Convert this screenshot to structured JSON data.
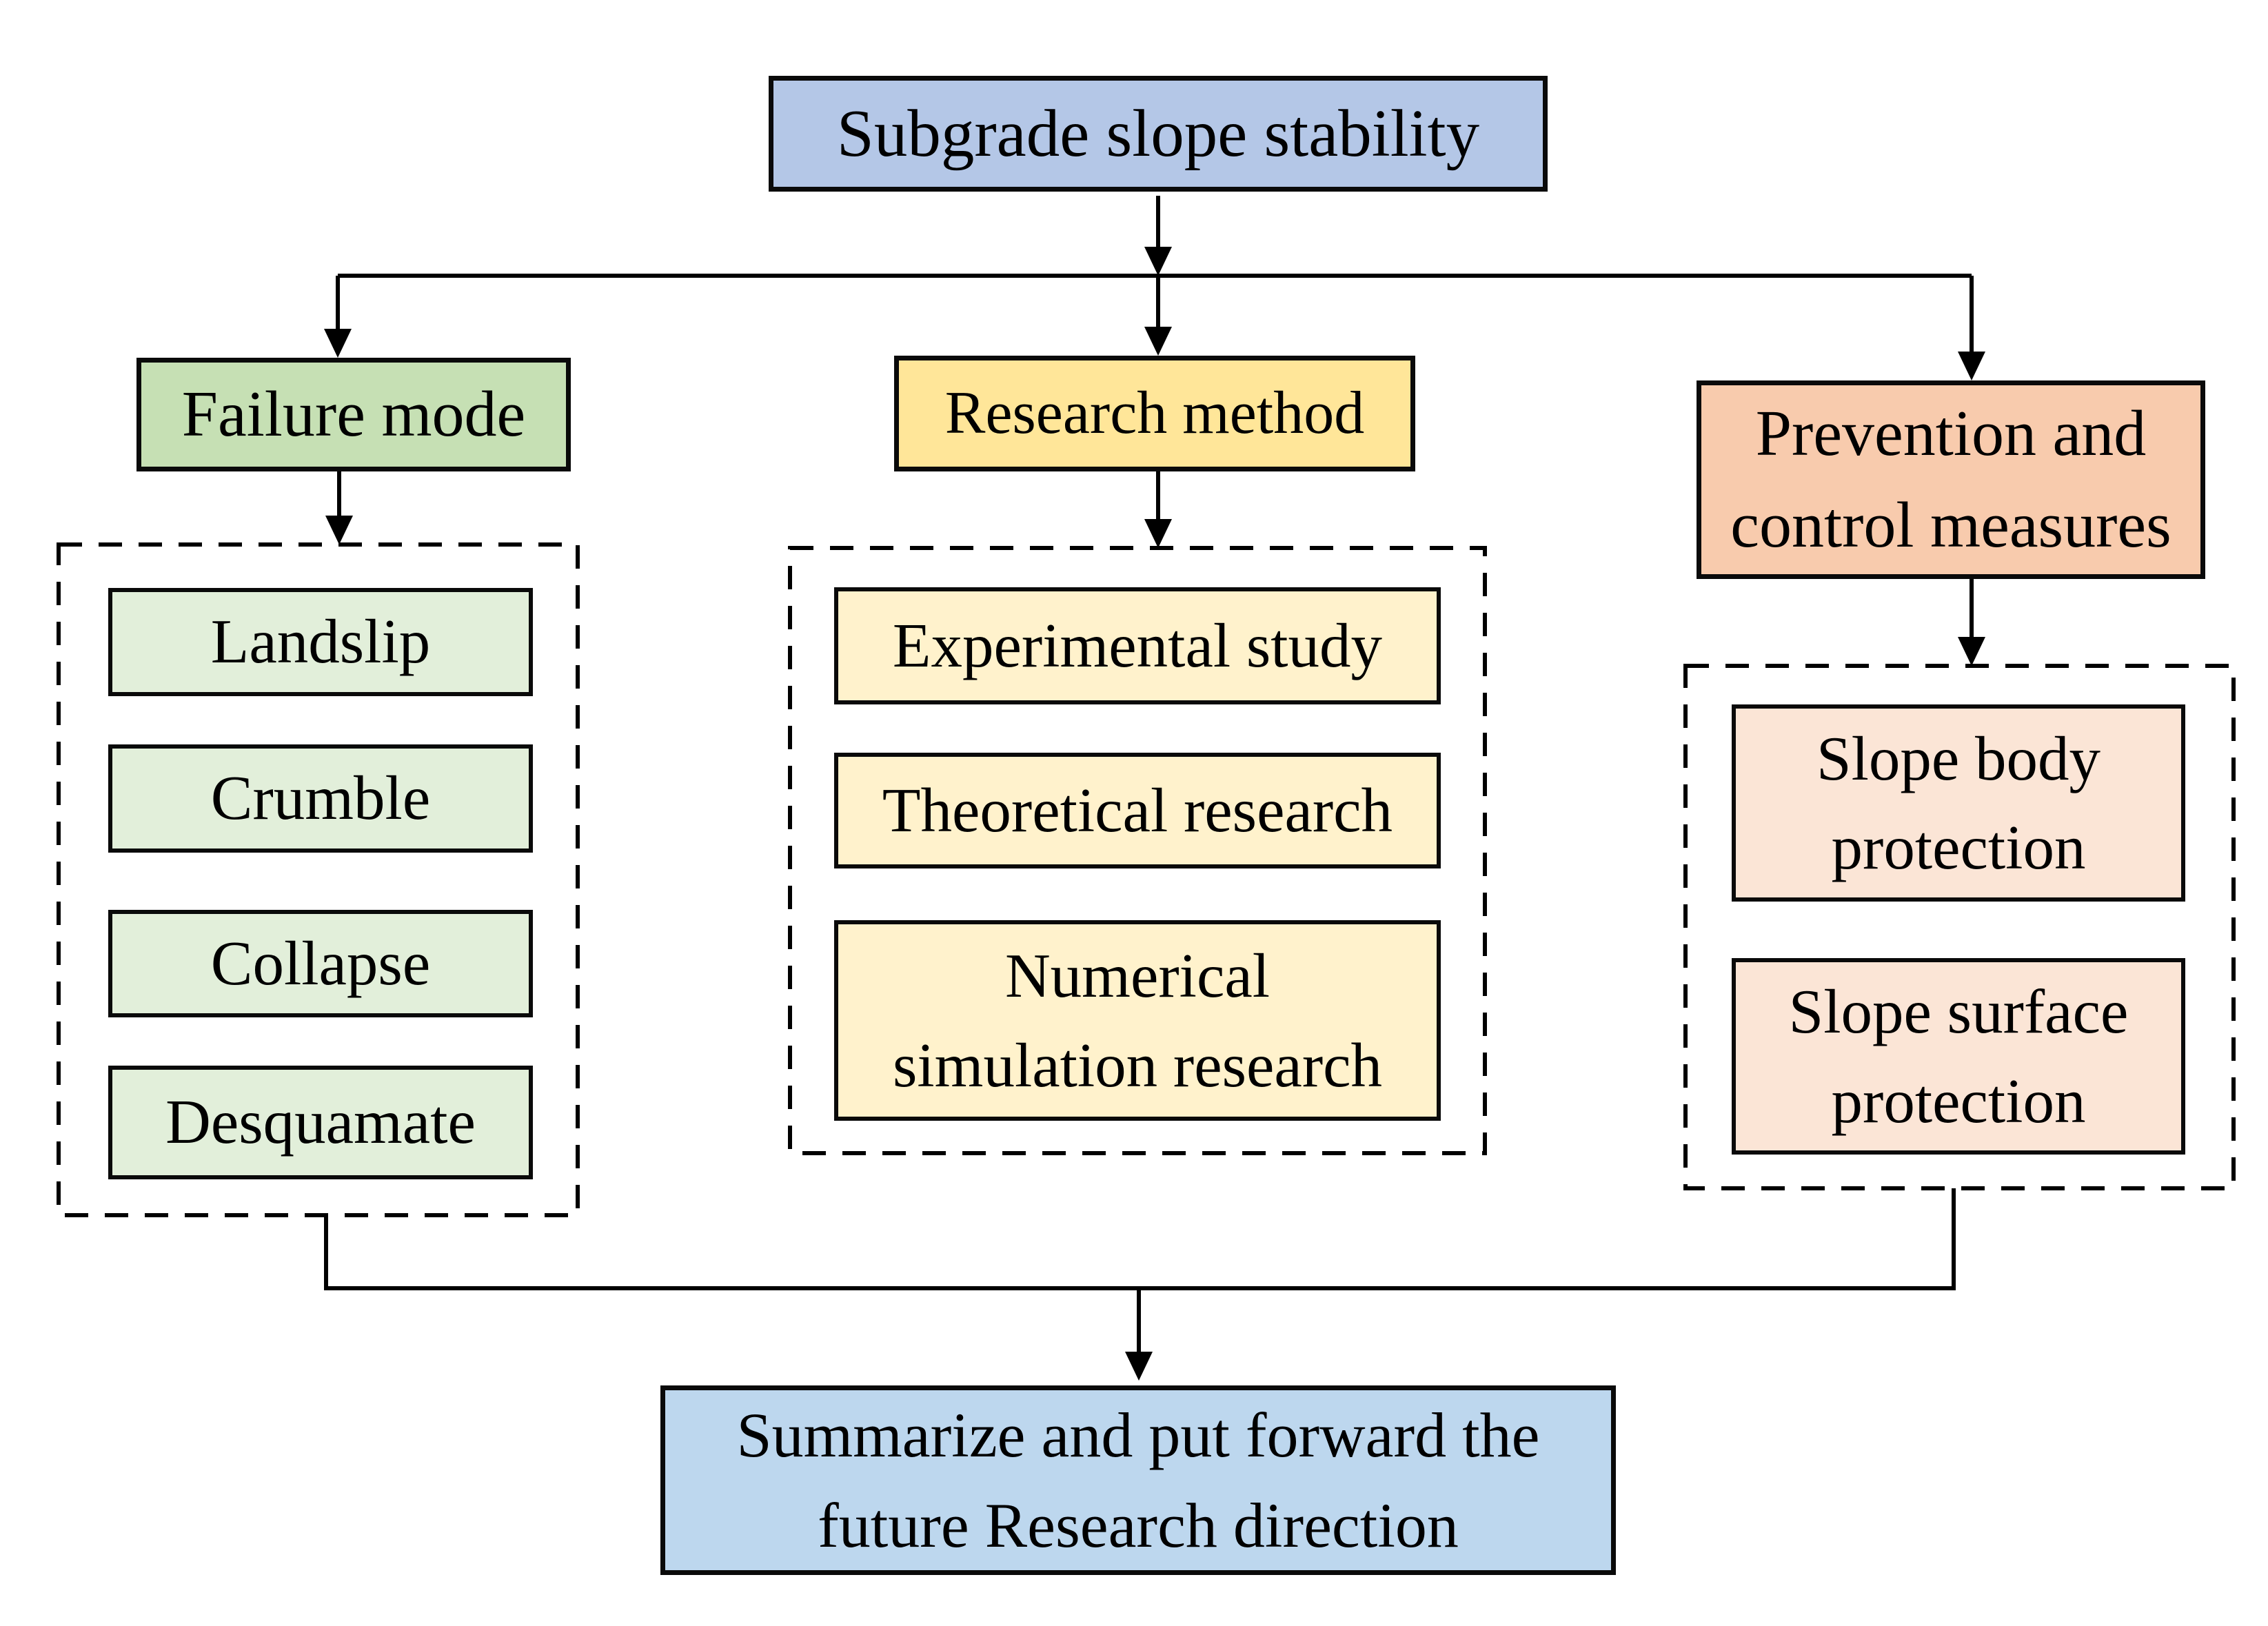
{
  "diagram": {
    "root": {
      "label": "Subgrade slope stability"
    },
    "columns": [
      {
        "header": {
          "label": "Failure mode"
        },
        "items": [
          {
            "label": "Landslip"
          },
          {
            "label": "Crumble"
          },
          {
            "label": "Collapse"
          },
          {
            "label": "Desquamate"
          }
        ]
      },
      {
        "header": {
          "label": "Research method"
        },
        "items": [
          {
            "label": "Experimental study"
          },
          {
            "label": "Theoretical research"
          },
          {
            "label": "Numerical\nsimulation research"
          }
        ]
      },
      {
        "header": {
          "label": "Prevention and\ncontrol measures"
        },
        "items": [
          {
            "label": "Slope body\nprotection"
          },
          {
            "label": "Slope surface\nprotection"
          }
        ]
      }
    ],
    "footer": {
      "label": "Summarize and put forward the\nfuture Research direction"
    }
  },
  "colors": {
    "root_fill": "#b4c7e7",
    "footer_fill": "#bdd7ee",
    "failure_fill": "#c6e0b4",
    "failure_item_fill": "#e2efda",
    "research_fill": "#ffe699",
    "research_item_fill": "#fff2cc",
    "prevention_fill": "#f8cbad",
    "prevention_item_fill": "#fbe5d6",
    "line_color": "#000000"
  }
}
